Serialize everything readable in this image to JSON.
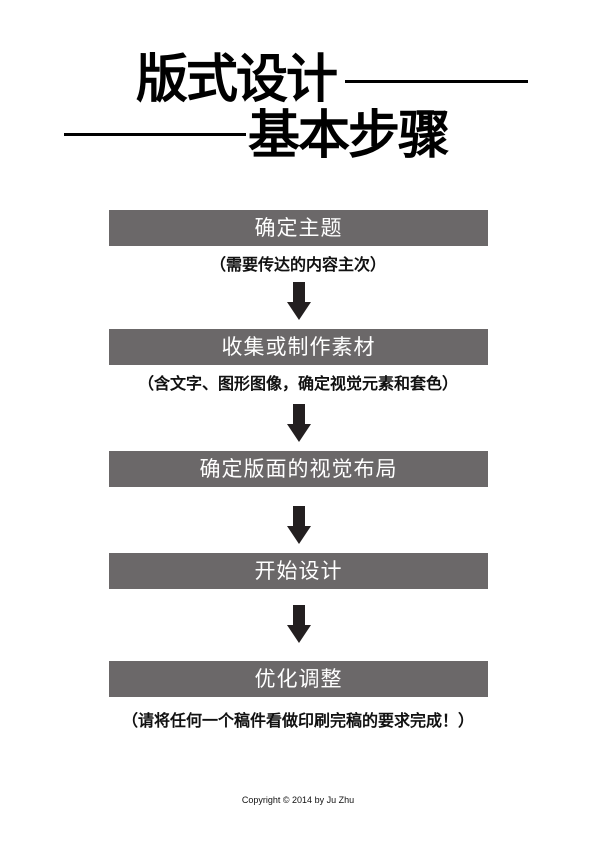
{
  "title": {
    "line1": "版式设计",
    "line2": "基本步骤"
  },
  "steps": [
    {
      "label": "确定主题",
      "note": "（需要传达的内容主次）"
    },
    {
      "label": "收集或制作素材",
      "note": "（含文字、图形图像，确定视觉元素和套色）"
    },
    {
      "label": "确定版面的视觉布局",
      "note": ""
    },
    {
      "label": "开始设计",
      "note": ""
    },
    {
      "label": "优化调整",
      "note": "（请将任何一个稿件看做印刷完稿的要求完成！）"
    }
  ],
  "footer": "Copyright © 2014 by Ju Zhu",
  "colors": {
    "step_bg": "#6b6869",
    "step_text": "#ffffff",
    "arrow": "#231f20"
  }
}
